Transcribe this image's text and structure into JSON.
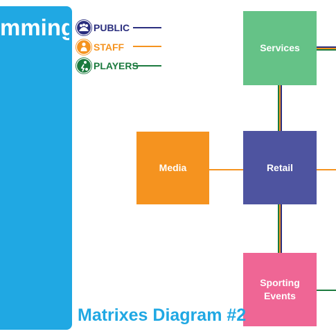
{
  "panel": {
    "title": "mming",
    "color": "#20a8e3"
  },
  "caption": "Matrixes Diagram #2",
  "legend": [
    {
      "label": "PUBLIC",
      "icon": "public-group-icon",
      "color": "#2a2e7e"
    },
    {
      "label": "STAFF",
      "icon": "staff-icon",
      "color": "#f5931f"
    },
    {
      "label": "PLAYERS",
      "icon": "players-icon",
      "color": "#1b7a3e"
    }
  ],
  "boxes": {
    "services": {
      "label": "Services",
      "color": "#65c287"
    },
    "retail": {
      "label": "Retail",
      "color": "#4e54a0"
    },
    "media": {
      "label": "Media",
      "color": "#f5931f"
    },
    "sporting": {
      "label": "Sporting Events",
      "color": "#ef6695"
    }
  }
}
